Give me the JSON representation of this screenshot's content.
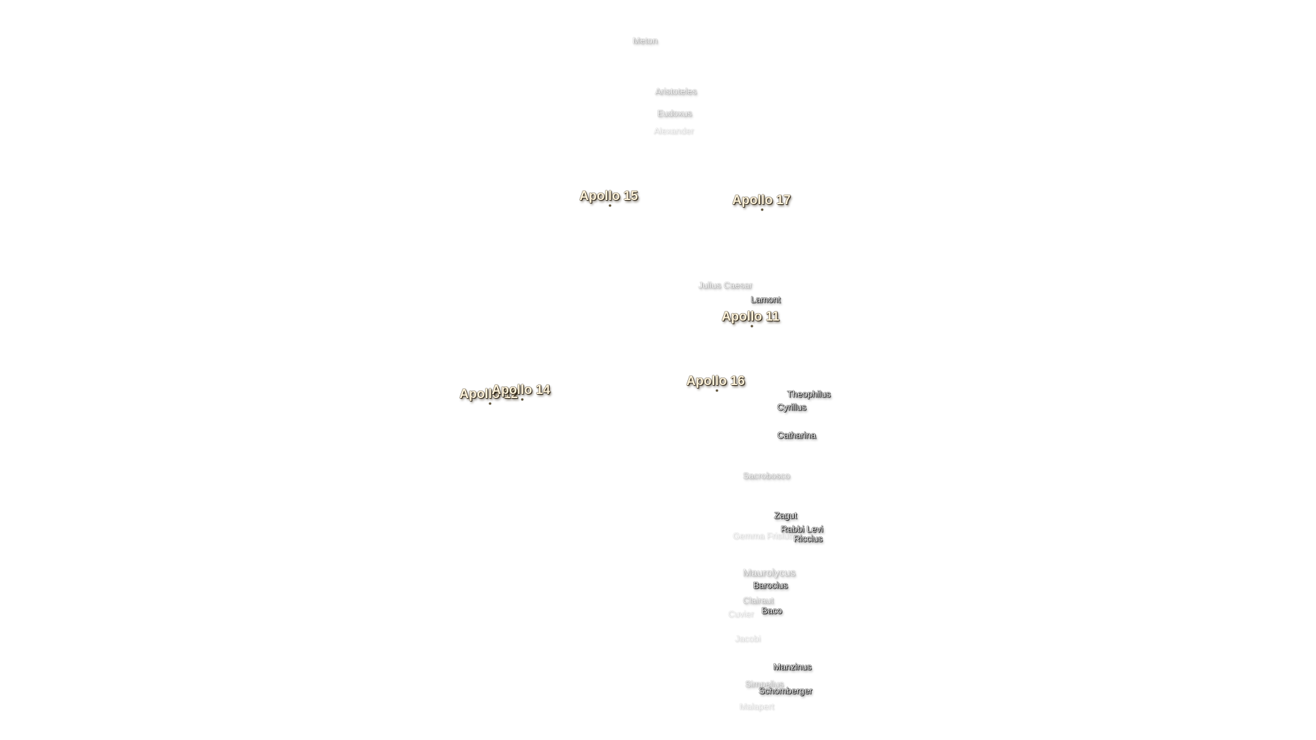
{
  "map": {
    "craters": [
      {
        "name": "Meton",
        "style": "faint"
      },
      {
        "name": "Aristoteles",
        "style": "faint"
      },
      {
        "name": "Eudoxus",
        "style": "faint"
      },
      {
        "name": "Alexander",
        "style": "fainter"
      },
      {
        "name": "Julius Caesar",
        "style": "faint"
      },
      {
        "name": "Lamont",
        "style": "bold"
      },
      {
        "name": "Theophilus",
        "style": "bold"
      },
      {
        "name": "Cyrillus",
        "style": "bold"
      },
      {
        "name": "Catharina",
        "style": "bold"
      },
      {
        "name": "Sacrobosco",
        "style": "faint"
      },
      {
        "name": "Zagut",
        "style": "bold"
      },
      {
        "name": "Rabbi Levi",
        "style": "bold"
      },
      {
        "name": "Riccius",
        "style": "bold"
      },
      {
        "name": "Gemma Frisius",
        "style": "fainter"
      },
      {
        "name": "Maurolycus",
        "style": "faint"
      },
      {
        "name": "Barocius",
        "style": "bold"
      },
      {
        "name": "Clairaut",
        "style": "faint"
      },
      {
        "name": "Baco",
        "style": "bold"
      },
      {
        "name": "Cuvier",
        "style": "fainter"
      },
      {
        "name": "Jacobi",
        "style": "fainter"
      },
      {
        "name": "Manzinus",
        "style": "bold"
      },
      {
        "name": "Simpelius",
        "style": "faint"
      },
      {
        "name": "Schomberger",
        "style": "bold"
      },
      {
        "name": "Malapert",
        "style": "fainter"
      }
    ],
    "landing_sites": [
      {
        "name": "Apollo 15"
      },
      {
        "name": "Apollo 17"
      },
      {
        "name": "Apollo 11"
      },
      {
        "name": "Apollo 16"
      },
      {
        "name": "Apollo 12"
      },
      {
        "name": "Apollo 14"
      }
    ]
  }
}
